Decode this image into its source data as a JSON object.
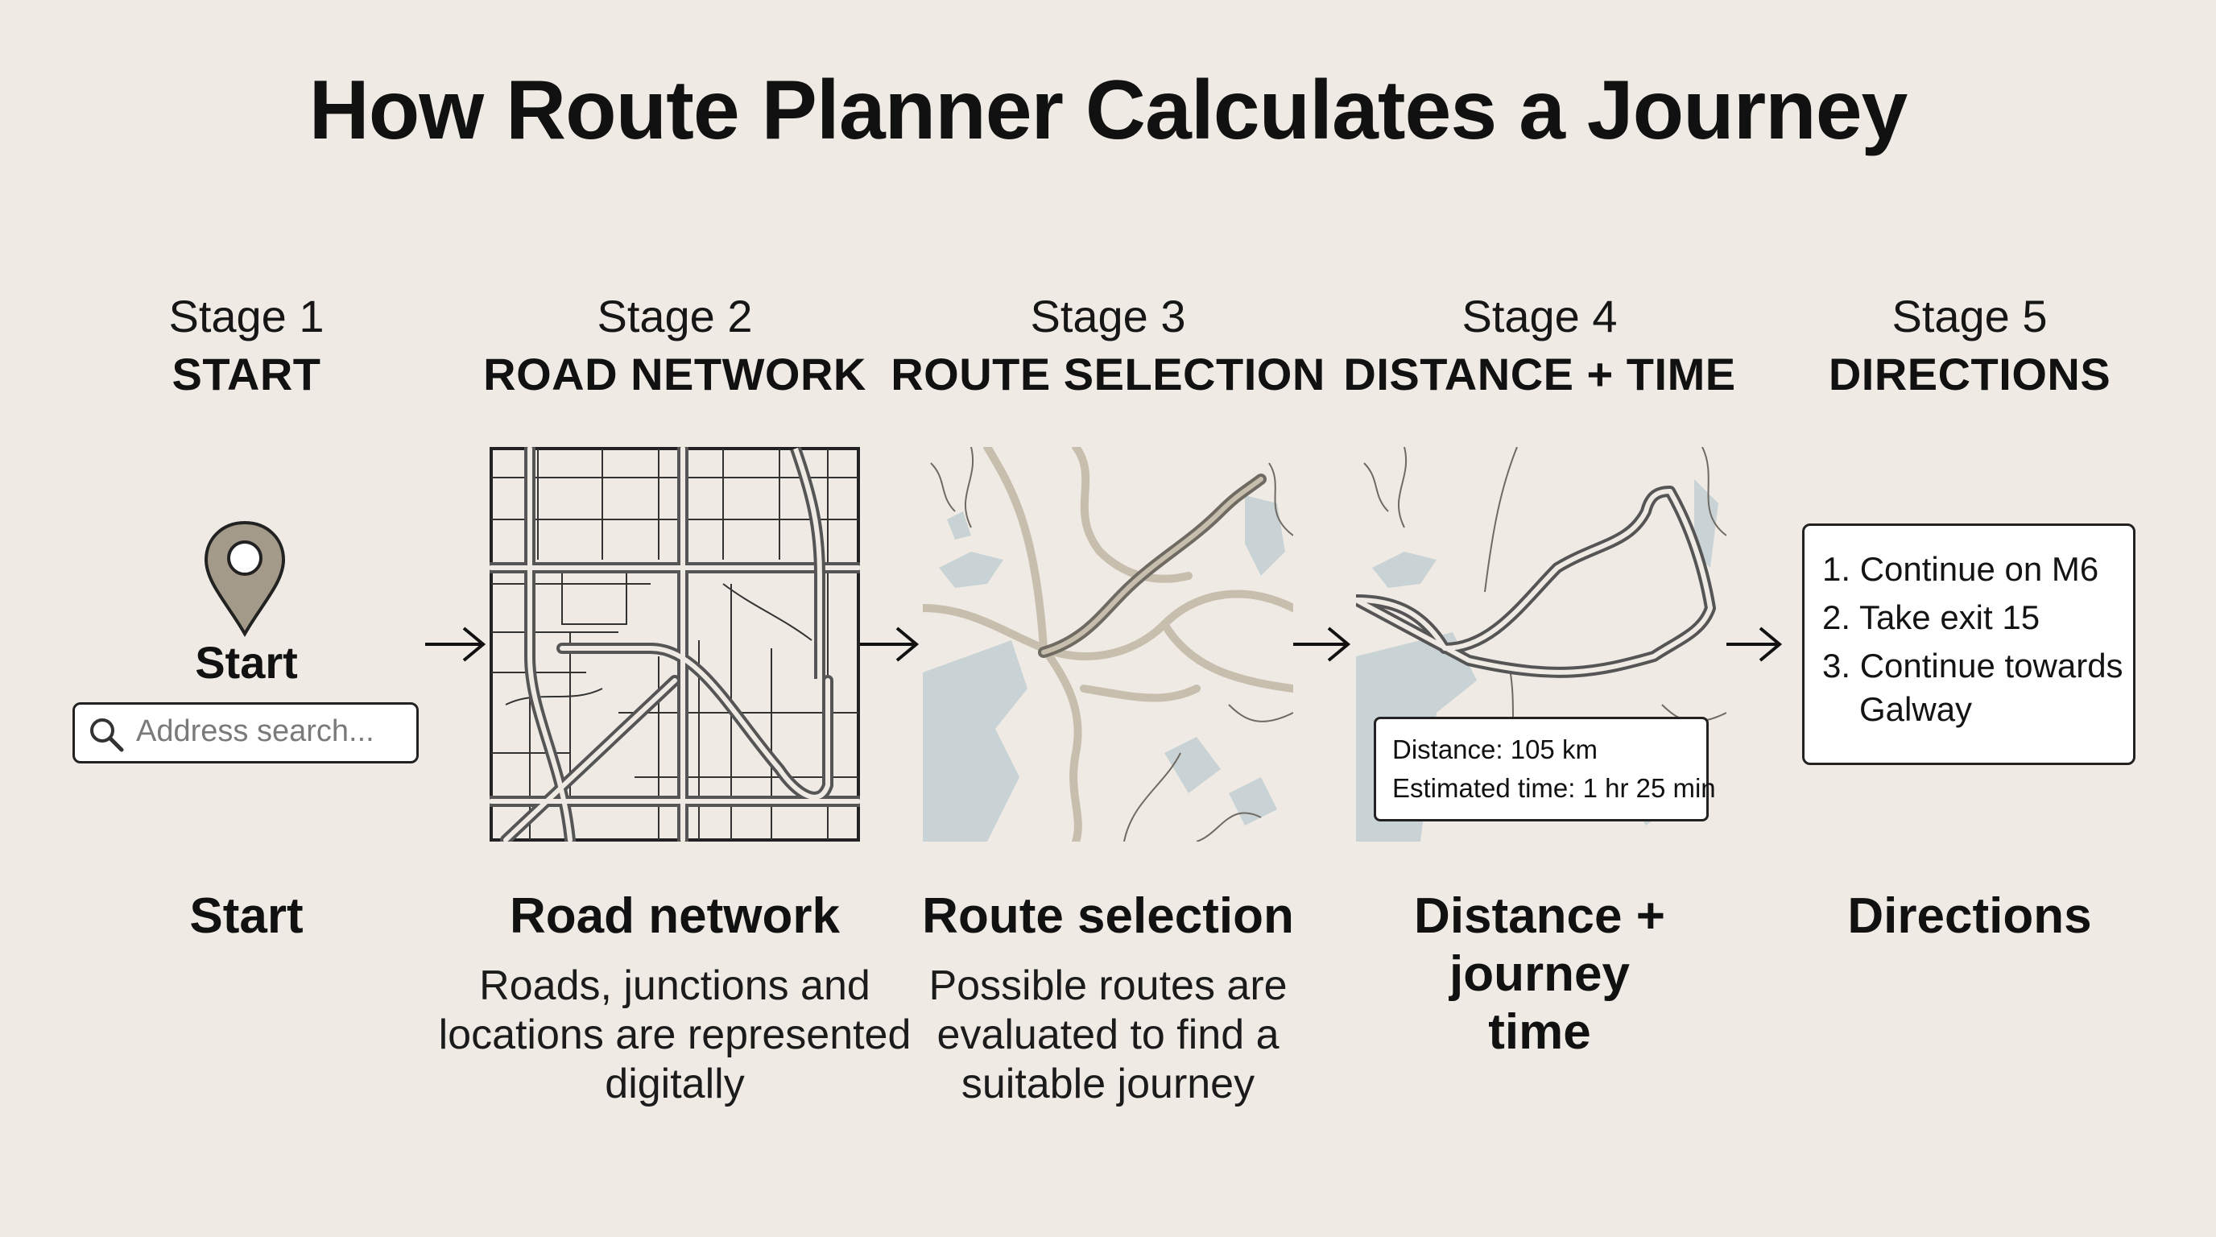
{
  "title": "How Route Planner Calculates a Journey",
  "stages": [
    {
      "number": "Stage 1",
      "name": "START",
      "caption": "Start",
      "description": ""
    },
    {
      "number": "Stage 2",
      "name": "ROAD NETWORK",
      "caption": "Road network",
      "description": "Roads, junctions and locations are represented digitally"
    },
    {
      "number": "Stage 3",
      "name": "ROUTE SELECTION",
      "caption": "Route selection",
      "description": "Possible routes are evaluated to find a suitable journey"
    },
    {
      "number": "Stage 4",
      "name": "DISTANCE + TIME",
      "caption": "Distance + journey time",
      "description": ""
    },
    {
      "number": "Stage 5",
      "name": "DIRECTIONS",
      "caption": "Directions",
      "description": ""
    }
  ],
  "start_panel": {
    "label": "Start",
    "search_placeholder": "Address search...",
    "pin_icon": "location-pin-icon",
    "search_icon": "magnifier-icon"
  },
  "distance_panel": {
    "distance": "Distance: 105 km",
    "time": "Estimated time: 1 hr 25 min"
  },
  "directions_panel": {
    "steps": [
      "1. Continue on M6",
      "2. Take exit 15",
      "3. Continue towards",
      "Galway"
    ]
  },
  "colors": {
    "background": "#efebe4",
    "water": "#c9d3d6",
    "road_dark": "#6f6a62",
    "road_light": "#c8beae",
    "pin": "#a39a89"
  }
}
